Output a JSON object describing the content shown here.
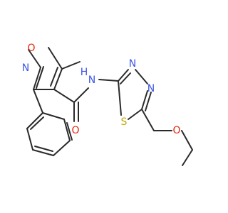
{
  "molecule": {
    "atoms": {
      "O_isoxazole": {
        "label": "O",
        "color": "#e8250c"
      },
      "N_isoxazole": {
        "label": "N",
        "color": "#3d55e6"
      },
      "O_carbonyl": {
        "label": "O",
        "color": "#e8250c"
      },
      "NH_amide": {
        "label": "N",
        "color": "#3d55e6"
      },
      "H_amide": {
        "label": "H",
        "color": "#3d55e6"
      },
      "N_thiadiazole_1": {
        "label": "N",
        "color": "#3d55e6"
      },
      "N_thiadiazole_2": {
        "label": "N",
        "color": "#3d55e6"
      },
      "S_thiadiazole": {
        "label": "S",
        "color": "#c7a700"
      },
      "O_ether": {
        "label": "O",
        "color": "#e8250c"
      }
    },
    "bond_color": "#2a2a2a",
    "background_color": "#ffffff"
  }
}
